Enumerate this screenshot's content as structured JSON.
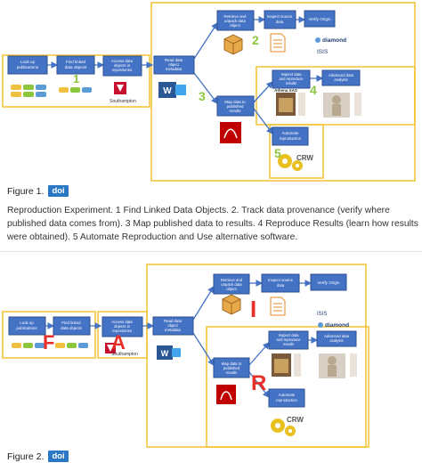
{
  "figures": [
    {
      "label": "Figure 1.",
      "doi": "doi",
      "caption": "Reproduction Experiment. 1 Find Linked Data Objects. 2. Track data provenance (verify where published data comes from). 3 Map published data to results. 4 Reproduce Results (learn how results were obtained). 5 Automate Reproduction and Use alternative software.",
      "nodes": {
        "lookup": "Look up publications",
        "find": "Find linked data objects",
        "access": "Access data objects in repositories",
        "read": "Read data object metadata",
        "retrieve": "Retrieve and unpack data object",
        "inspect_source": "Inspect source data",
        "verify": "Verify Origin",
        "inspect_data": "Inspect data and reproduce results",
        "advanced": "Advanced data analysis",
        "map": "Map data to published results",
        "automate": "Automate reproduction"
      },
      "step_numbers": [
        "1",
        "2",
        "3",
        "4",
        "5"
      ],
      "logos": {
        "southampton": "Southampton",
        "diamond": "diamond",
        "isis": "ISIS",
        "athena": "Athena XAS",
        "crw": "CRW"
      }
    },
    {
      "label": "Figure 2.",
      "doi": "doi",
      "nodes": {
        "lookup": "Look up publications",
        "find": "Find linked data objects",
        "access": "Access data objects in repositories",
        "read": "Read data object metadata",
        "retrieve": "Retrieve and unpack data object",
        "inspect_source": "Inspect source data",
        "verify": "Verify Origin",
        "inspect_data": "Inspect data and reproduce results",
        "advanced": "Advanced data analysis",
        "map": "Map data to published results",
        "automate": "Automate reproduction"
      },
      "fair_letters": [
        "F",
        "A",
        "I",
        "R"
      ],
      "logos": {
        "southampton": "Southampton",
        "diamond": "diamond",
        "isis": "ISIS",
        "crw": "CRW"
      }
    }
  ],
  "colors": {
    "node_fill": "#4472c4",
    "frame": "#f2c233",
    "step_number": "#8cc63f",
    "fair_letter": "#e8302a",
    "doi_badge": "#2a78c4"
  }
}
